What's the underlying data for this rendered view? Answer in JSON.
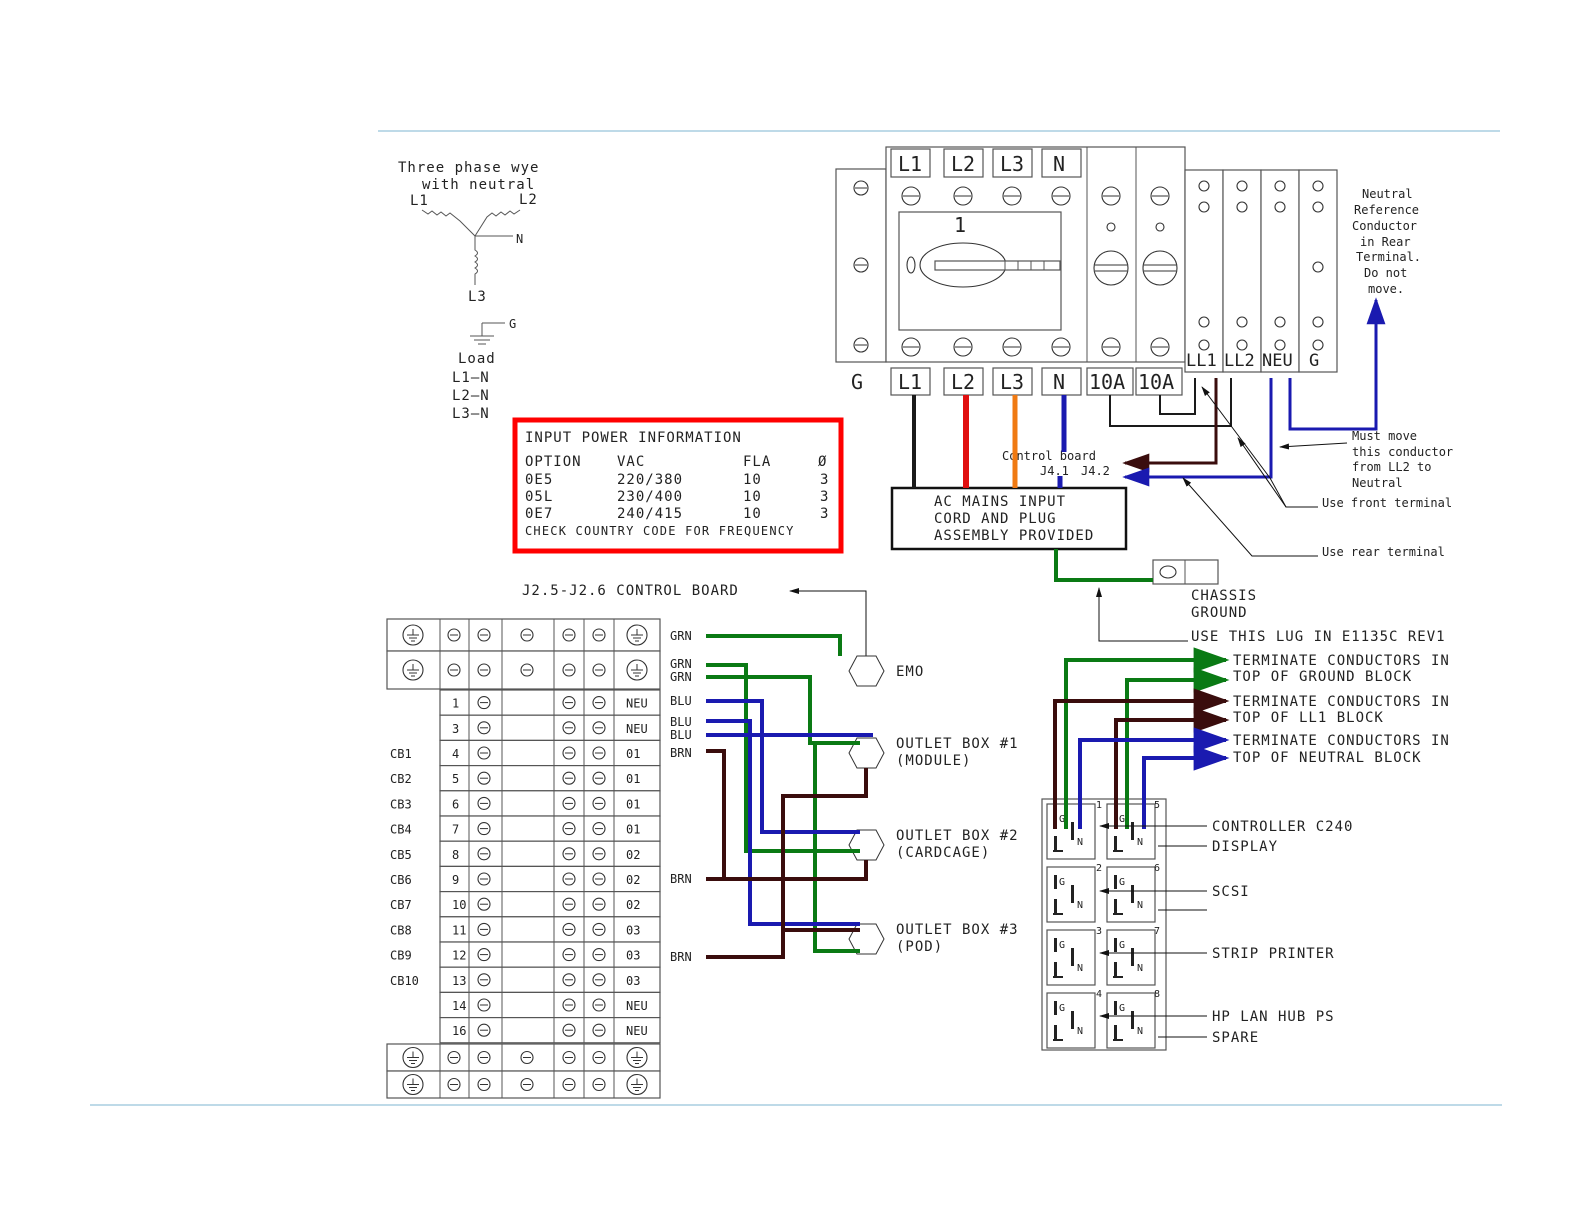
{
  "colors": {
    "black": "#1a1a1a",
    "red": "#e01010",
    "orange": "#f07a12",
    "blue": "#1a1ab0",
    "green": "#0a7a14",
    "brown": "#3a0d0d",
    "redbox": "#ff0000",
    "rule": "#a9cde0"
  },
  "wye": {
    "title1": "Three phase wye",
    "title2": "with neutral",
    "l1": "L1",
    "l2": "L2",
    "n": "N",
    "l3": "L3",
    "g": "G",
    "load": "Load",
    "load_l1": "L1—N",
    "load_l2": "L2—N",
    "load_l3": "L3—N"
  },
  "input_power": {
    "title": "INPUT POWER INFORMATION",
    "headers": [
      "OPTION",
      "VAC",
      "FLA",
      "Ø"
    ],
    "rows": [
      {
        "option": "0E5",
        "vac": "220/380",
        "fla": "10",
        "phase": "3"
      },
      {
        "option": "05L",
        "vac": "230/400",
        "fla": "10",
        "phase": "3"
      },
      {
        "option": "0E7",
        "vac": "240/415",
        "fla": "10",
        "phase": "3"
      }
    ],
    "footer": "CHECK COUNTRY CODE FOR FREQUENCY"
  },
  "breaker": {
    "top_labels": [
      "L1",
      "L2",
      "L3",
      "N"
    ],
    "bottom_labels": [
      "G",
      "L1",
      "L2",
      "L3",
      "N",
      "10A",
      "10A"
    ],
    "block_labels": [
      "LL1",
      "LL2",
      "NEU",
      "G"
    ],
    "switch_number": "1"
  },
  "notes": {
    "neutral_ref": [
      "Neutral",
      "Reference",
      "Conductor",
      "in Rear",
      "Terminal.",
      "Do not",
      "move."
    ],
    "must_move": [
      "Must move",
      "this conductor",
      "from LL2 to",
      "Neutral"
    ],
    "front_terminal": "Use front terminal",
    "rear_terminal": "Use rear terminal",
    "control_board": "Control board",
    "j41": "J4.1",
    "j42": "J4.2",
    "ac_mains": [
      "AC MAINS INPUT",
      "CORD AND PLUG",
      "ASSEMBLY PROVIDED"
    ],
    "chassis_ground": [
      "CHASSIS",
      "GROUND"
    ],
    "use_lug": "USE THIS LUG IN E1135C REV1",
    "j2_control": "J2.5-J2.6 CONTROL BOARD",
    "emo": "EMO",
    "outlet1": [
      "OUTLET BOX #1",
      "(MODULE)"
    ],
    "outlet2": [
      "OUTLET BOX #2",
      "(CARDCAGE)"
    ],
    "outlet3": [
      "OUTLET BOX #3",
      "(POD)"
    ],
    "terminate": [
      [
        "TERMINATE CONDUCTORS IN",
        "TOP OF GROUND BLOCK"
      ],
      [
        "TERMINATE CONDUCTORS IN",
        "TOP OF LL1 BLOCK"
      ],
      [
        "TERMINATE CONDUCTORS IN",
        "TOP OF NEUTRAL BLOCK"
      ]
    ],
    "devices": [
      "CONTROLLER C240",
      "DISPLAY",
      "SCSI",
      "STRIP PRINTER",
      "HP LAN HUB PS",
      "SPARE"
    ],
    "outlet_numbers": [
      "1",
      "5",
      "2",
      "6",
      "3",
      "7",
      "4",
      "8"
    ]
  },
  "terminal_strip": {
    "wire_labels": [
      "GRN",
      "GRN",
      "GRN",
      "BLU",
      "BLU",
      "BLU",
      "BRN",
      "BRN",
      "BRN"
    ],
    "rows": [
      {
        "cb": "",
        "num": "1",
        "tag": "NEU"
      },
      {
        "cb": "",
        "num": "3",
        "tag": "NEU"
      },
      {
        "cb": "CB1",
        "num": "4",
        "tag": "01"
      },
      {
        "cb": "CB2",
        "num": "5",
        "tag": "01"
      },
      {
        "cb": "CB3",
        "num": "6",
        "tag": "01"
      },
      {
        "cb": "CB4",
        "num": "7",
        "tag": "01"
      },
      {
        "cb": "CB5",
        "num": "8",
        "tag": "02"
      },
      {
        "cb": "CB6",
        "num": "9",
        "tag": "02"
      },
      {
        "cb": "CB7",
        "num": "10",
        "tag": "02"
      },
      {
        "cb": "CB8",
        "num": "11",
        "tag": "03"
      },
      {
        "cb": "CB9",
        "num": "12",
        "tag": "03"
      },
      {
        "cb": "CB10",
        "num": "13",
        "tag": "03"
      },
      {
        "cb": "",
        "num": "14",
        "tag": "NEU"
      },
      {
        "cb": "",
        "num": "16",
        "tag": "NEU"
      }
    ]
  }
}
